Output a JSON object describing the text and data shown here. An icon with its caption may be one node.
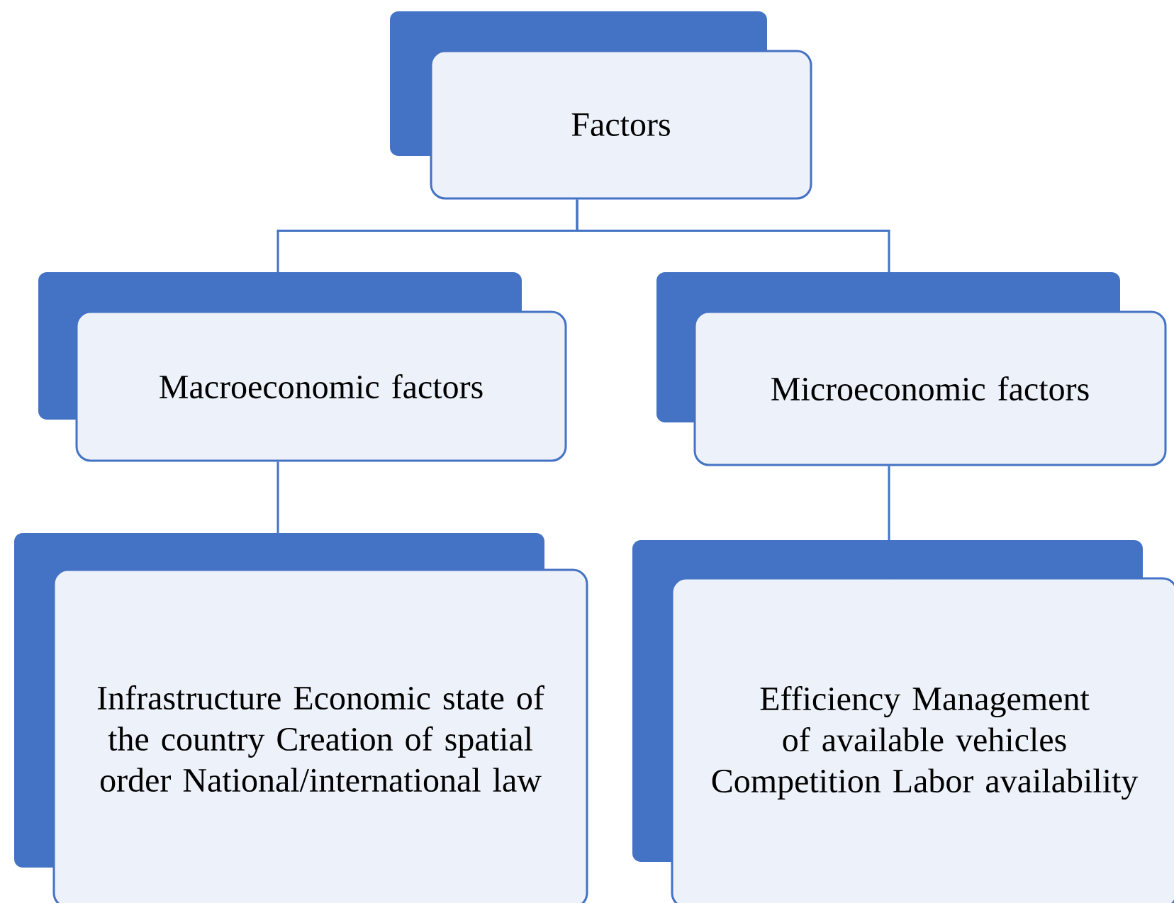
{
  "diagram": {
    "nodes": [
      {
        "text": [
          "Factors"
        ]
      },
      {
        "text": [
          "Macroeconomic factors"
        ]
      },
      {
        "text": [
          "Microeconomic factors"
        ]
      },
      {
        "text": [
          "Infrastructure Economic state of the country Creation of spatial order National/international law"
        ]
      },
      {
        "text": [
          "Efficiency Management of available vehicles Competition Labor availability"
        ]
      }
    ],
    "edges": [
      {
        "from": 0,
        "to": 1,
        "arrow": "none"
      },
      {
        "from": 0,
        "to": 2,
        "arrow": "none"
      },
      {
        "from": 1,
        "to": 3,
        "arrow": "none"
      },
      {
        "from": 2,
        "to": 4,
        "arrow": "none"
      }
    ]
  }
}
